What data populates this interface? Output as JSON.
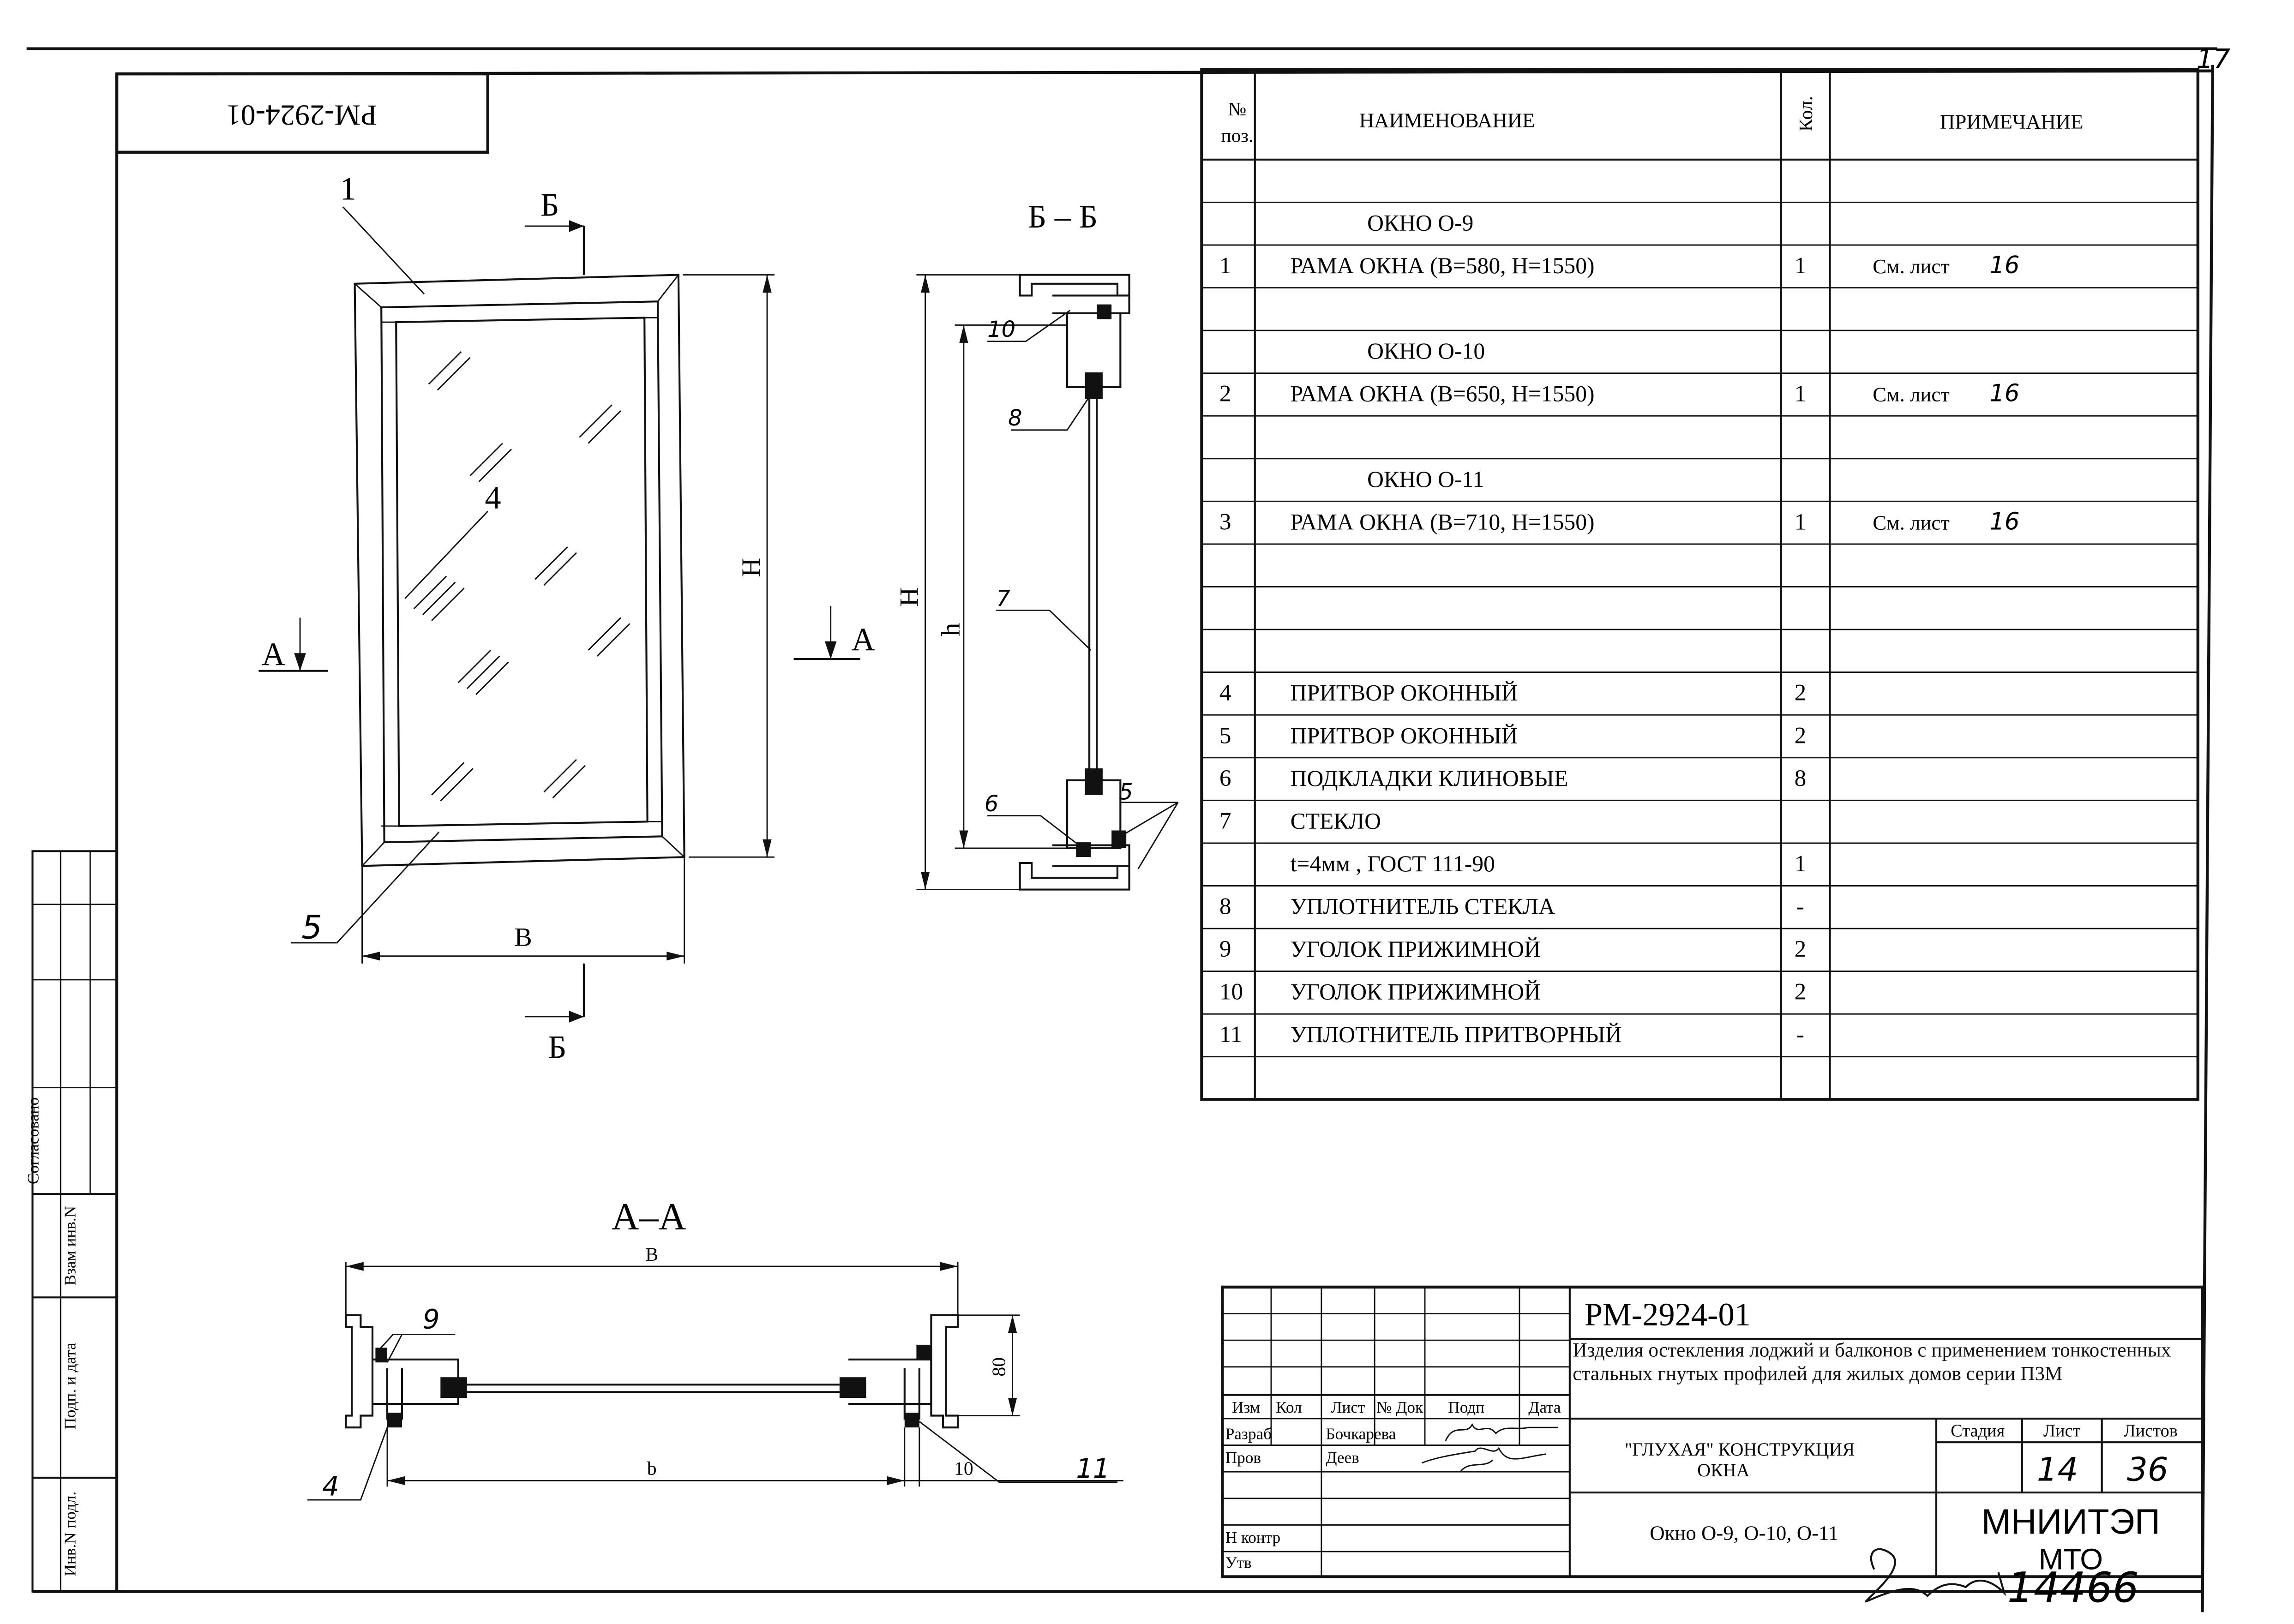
{
  "sheet_number": "17",
  "rotated_code": "РМ-2924-01",
  "drawing": {
    "section_bb": "Б – Б",
    "section_aa": "А–А",
    "cut_b": "Б",
    "cut_a": "А",
    "dim_B": "B",
    "dim_H": "H",
    "dim_h": "h",
    "dim_b": "b",
    "dim_80": "80",
    "dim_10": "10",
    "callouts": [
      "1",
      "4",
      "5",
      "10",
      "8",
      "7",
      "6",
      "5",
      "9",
      "4",
      "11"
    ]
  },
  "spec": {
    "headers": {
      "pos": "№ поз.",
      "name": "НАИМЕНОВАНИЕ",
      "qty": "Кол.",
      "note": "ПРИМЕЧАНИЕ"
    },
    "rows": [
      {
        "pos": "",
        "name": "",
        "qty": "",
        "note": ""
      },
      {
        "pos": "",
        "name": "ОКНО  О-9",
        "qty": "",
        "note": ""
      },
      {
        "pos": "1",
        "name": "РАМА ОКНА  (В=580,  Н=1550)",
        "qty": "1",
        "note": "См. лист",
        "note_hand": "16"
      },
      {
        "pos": "",
        "name": "",
        "qty": "",
        "note": ""
      },
      {
        "pos": "",
        "name": "ОКНО  О-10",
        "qty": "",
        "note": ""
      },
      {
        "pos": "2",
        "name": "РАМА ОКНА  (В=650,  Н=1550)",
        "qty": "1",
        "note": "См. лист",
        "note_hand": "16"
      },
      {
        "pos": "",
        "name": "",
        "qty": "",
        "note": ""
      },
      {
        "pos": "",
        "name": "ОКНО  О-11",
        "qty": "",
        "note": ""
      },
      {
        "pos": "3",
        "name": "РАМА ОКНА  (В=710,  Н=1550)",
        "qty": "1",
        "note": "См. лист",
        "note_hand": "16"
      },
      {
        "pos": "",
        "name": "",
        "qty": "",
        "note": ""
      },
      {
        "pos": "",
        "name": "",
        "qty": "",
        "note": ""
      },
      {
        "pos": "",
        "name": "",
        "qty": "",
        "note": ""
      },
      {
        "pos": "4",
        "name": "ПРИТВОР ОКОННЫЙ",
        "qty": "2",
        "note": ""
      },
      {
        "pos": "5",
        "name": "ПРИТВОР ОКОННЫЙ",
        "qty": "2",
        "note": ""
      },
      {
        "pos": "6",
        "name": "ПОДКЛАДКИ КЛИНОВЫЕ",
        "qty": "8",
        "note": ""
      },
      {
        "pos": "7",
        "name": "СТЕКЛО",
        "qty": "",
        "note": ""
      },
      {
        "pos": "",
        "name": "t=4мм , ГОСТ 111-90",
        "qty": "1",
        "note": ""
      },
      {
        "pos": "8",
        "name": "УПЛОТНИТЕЛЬ СТЕКЛА",
        "qty": "-",
        "note": ""
      },
      {
        "pos": "9",
        "name": "УГОЛОК ПРИЖИМНОЙ",
        "qty": "2",
        "note": ""
      },
      {
        "pos": "10",
        "name": "УГОЛОК ПРИЖИМНОЙ",
        "qty": "2",
        "note": ""
      },
      {
        "pos": "11",
        "name": "УПЛОТНИТЕЛЬ ПРИТВОРНЫЙ",
        "qty": "-",
        "note": ""
      },
      {
        "pos": "",
        "name": "",
        "qty": "",
        "note": ""
      }
    ]
  },
  "side_stamp": {
    "agreed": "Согласовано",
    "inv_swap": "Взам инв.N",
    "sign_date": "Подп. и дата",
    "inv_orig": "Инв.N подл."
  },
  "title_block": {
    "code": "РМ-2924-01",
    "description": "Изделия остекления лоджий и балконов с применением тонкостенных стальных гнутых профилей для жилых домов серии П3М",
    "col_izm": "Изм",
    "col_kol": "Кол",
    "col_list": "Лист",
    "col_ndok": "№ Док",
    "col_podp": "Подп",
    "col_data": "Дата",
    "razrab_label": "Разраб",
    "razrab_name": "Бочкарева",
    "prov_label": "Пров",
    "prov_name": "Деев",
    "nkontr_label": "Н  контр",
    "utv_label": "Утв",
    "construction_line1": "\"ГЛУХАЯ\" КОНСТРУКЦИЯ",
    "construction_line2": "ОКНА",
    "windows": "Окно  О-9, О-10, О-11",
    "stage_label": "Стадия",
    "sheet_label": "Лист",
    "sheets_label": "Листов",
    "sheet_value": "14",
    "sheets_value": "36",
    "org_line1": "МНИИТЭП",
    "org_line2": "МТО",
    "handwritten_note": "14466"
  }
}
